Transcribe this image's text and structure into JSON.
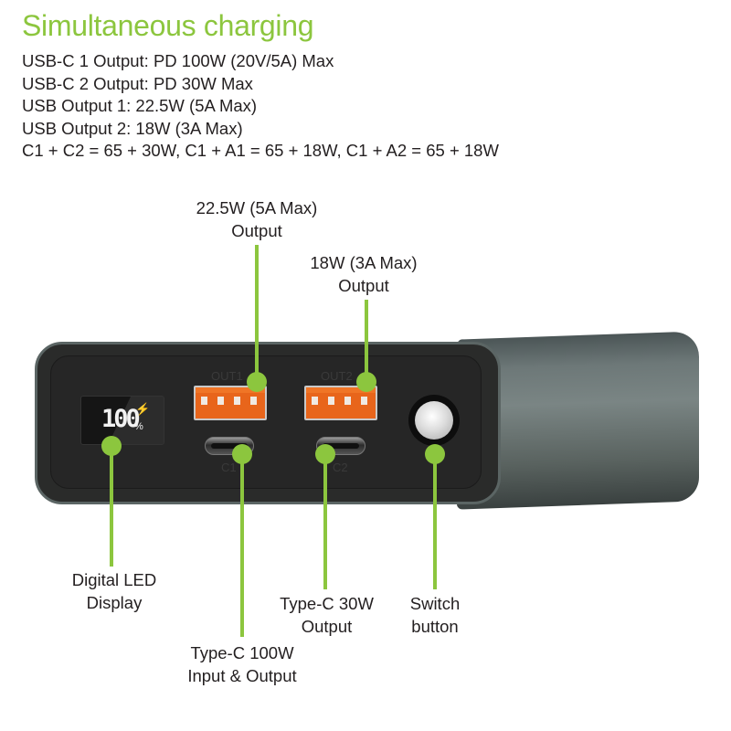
{
  "header": {
    "title": "Simultaneous charging",
    "title_color": "#8cc63e"
  },
  "specs": [
    "USB-C 1 Output: PD 100W (20V/5A) Max",
    "USB-C 2 Output: PD 30W Max",
    "USB Output 1: 22.5W (5A Max)",
    "USB Output 2: 18W (3A Max)",
    "C1 + C2 = 65 + 30W, C1 + A1 = 65 + 18W, C1 + A2 = 65 + 18W"
  ],
  "device": {
    "display": {
      "value": "100",
      "unit": "%",
      "icon": "charging-bolt-icon"
    },
    "ports": {
      "out1": "OUT1",
      "out2": "OUT2",
      "c1": "C1",
      "c2": "C2"
    }
  },
  "callouts": {
    "out1": {
      "line1": "22.5W (5A Max)",
      "line2": "Output"
    },
    "out2": {
      "line1": "18W (3A Max)",
      "line2": "Output"
    },
    "display": {
      "line1": "Digital LED",
      "line2": "Display"
    },
    "c1": {
      "line1": "Type-C 100W",
      "line2": "Input & Output"
    },
    "c2": {
      "line1": "Type-C 30W",
      "line2": "Output"
    },
    "switch": {
      "line1": "Switch",
      "line2": "button"
    }
  },
  "colors": {
    "accent": "#8cc63e",
    "port_orange": "#e8651b",
    "text": "#231f20"
  }
}
